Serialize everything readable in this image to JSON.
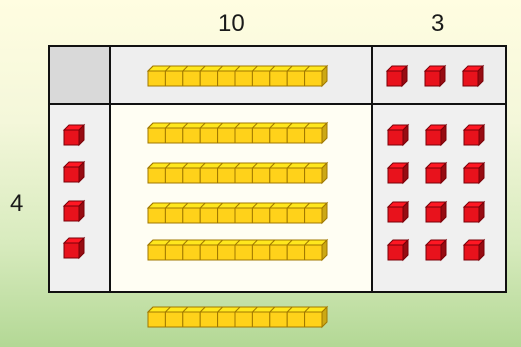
{
  "labels": {
    "top_left": "10",
    "top_right": "3",
    "left": "4"
  },
  "model": {
    "tens_per_rod": 10,
    "header_tens_rods": 1,
    "header_ones_cubes": 3,
    "left_ones_cubes": 4,
    "body_tens_rods": 4,
    "body_ones_rows": 4,
    "body_ones_cols": 3,
    "bottom_tens_rods": 1
  },
  "colors": {
    "rod_fill": "#ffd21a",
    "rod_edge": "#a07800",
    "cube_fill": "#e8121c",
    "cube_edge": "#7a0008",
    "header_bg": "#d9d9d9",
    "left_bg": "#ededed",
    "body_bg": "#fffef3",
    "right_bg": "#ededed"
  }
}
